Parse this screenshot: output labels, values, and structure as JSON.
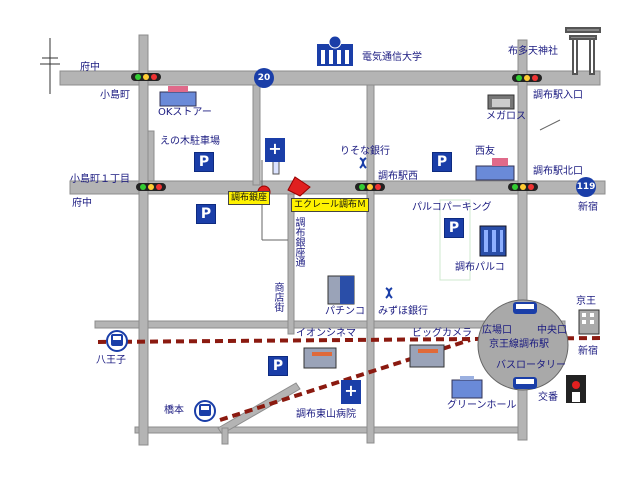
{
  "roads": {
    "route_number": "20",
    "route_number_2": "119"
  },
  "labels": {
    "fuchu_top": "府中",
    "kojimacho": "小島町",
    "ok_store": "OKストアー",
    "uec": "電気通信大学",
    "fudaten": "布多天神社",
    "chofu_iriguchi": "調布駅入口",
    "megaros": "メガロス",
    "enoki_parking": "えの木駐車場",
    "risona": "りそな銀行",
    "seiyu": "西友",
    "chofu_kitaguchi": "調布駅北口",
    "kojimacho1": "小島町１丁目",
    "fuchu_mid": "府中",
    "chofu_nishi": "調布駅西",
    "shinjuku_top": "新宿",
    "chofu_ginza_tag": "調布銀座",
    "ecrel_tag": "エクレール調布Ｍ",
    "parco_parking": "パルコパーキング",
    "chofu_ginza_dori": "調布銀座通",
    "chofu_parco": "調布パルコ",
    "shotengai": "商店街",
    "pachinko": "パチンコ",
    "mizuho": "みずほ銀行",
    "keio": "京王",
    "hiroba_guchi": "広場口",
    "chuo_guchi": "中央口",
    "station": "京王線調布駅",
    "hachioji": "八王子",
    "aeon": "イオンシネマ",
    "bic": "ビッグカメラ",
    "bus_rotary": "バスロータリー",
    "shinjuku_rail": "新宿",
    "hashimoto": "橋本",
    "hospital": "調布東山病院",
    "green_hall": "グリーンホール",
    "koban": "交番"
  },
  "colors": {
    "road": "#a8a8a8",
    "road_edge": "#8a8a8a",
    "rail": "#8b1a10",
    "accent": "#1a3ea8",
    "marker": "#e02020",
    "tag": "#fff200",
    "station_circle": "#a9a9a9"
  },
  "icons": {
    "compass": "compass-icon",
    "parking": "P",
    "hospital": "+"
  }
}
